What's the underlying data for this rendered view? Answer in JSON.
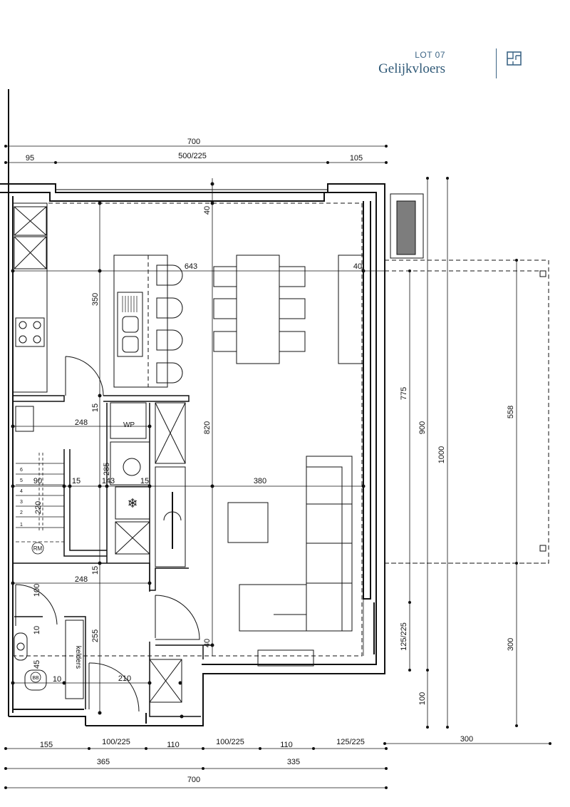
{
  "header": {
    "lot": "LOT 07",
    "floor": "Gelijkvloers",
    "brand_color": "#2e5876",
    "icon": "floorplan-icon"
  },
  "plan": {
    "dims_top": [
      "700",
      "95",
      "500/225",
      "105"
    ],
    "dims_bottom_row1": [
      "155",
      "100/225",
      "110",
      "100/225",
      "110",
      "125/225"
    ],
    "dims_bottom_row2": [
      "365",
      "335"
    ],
    "dims_bottom_total": "700",
    "dims_right": [
      "775",
      "900",
      "1000",
      "558",
      "300",
      "125/225",
      "100"
    ],
    "dims_bottom_right": "300",
    "interior": [
      "40",
      "350",
      "643",
      "40",
      "820",
      "15",
      "248",
      "285",
      "90",
      "15",
      "143",
      "15",
      "380",
      "220",
      "248",
      "15",
      "100",
      "10",
      "255",
      "45",
      "10",
      "210",
      "40"
    ],
    "labels": {
      "wp": "WP",
      "rm": "RM",
      "berging": "kelders",
      "bb": "BB",
      "stairs": [
        "1",
        "2",
        "3",
        "4",
        "5",
        "6"
      ]
    }
  }
}
